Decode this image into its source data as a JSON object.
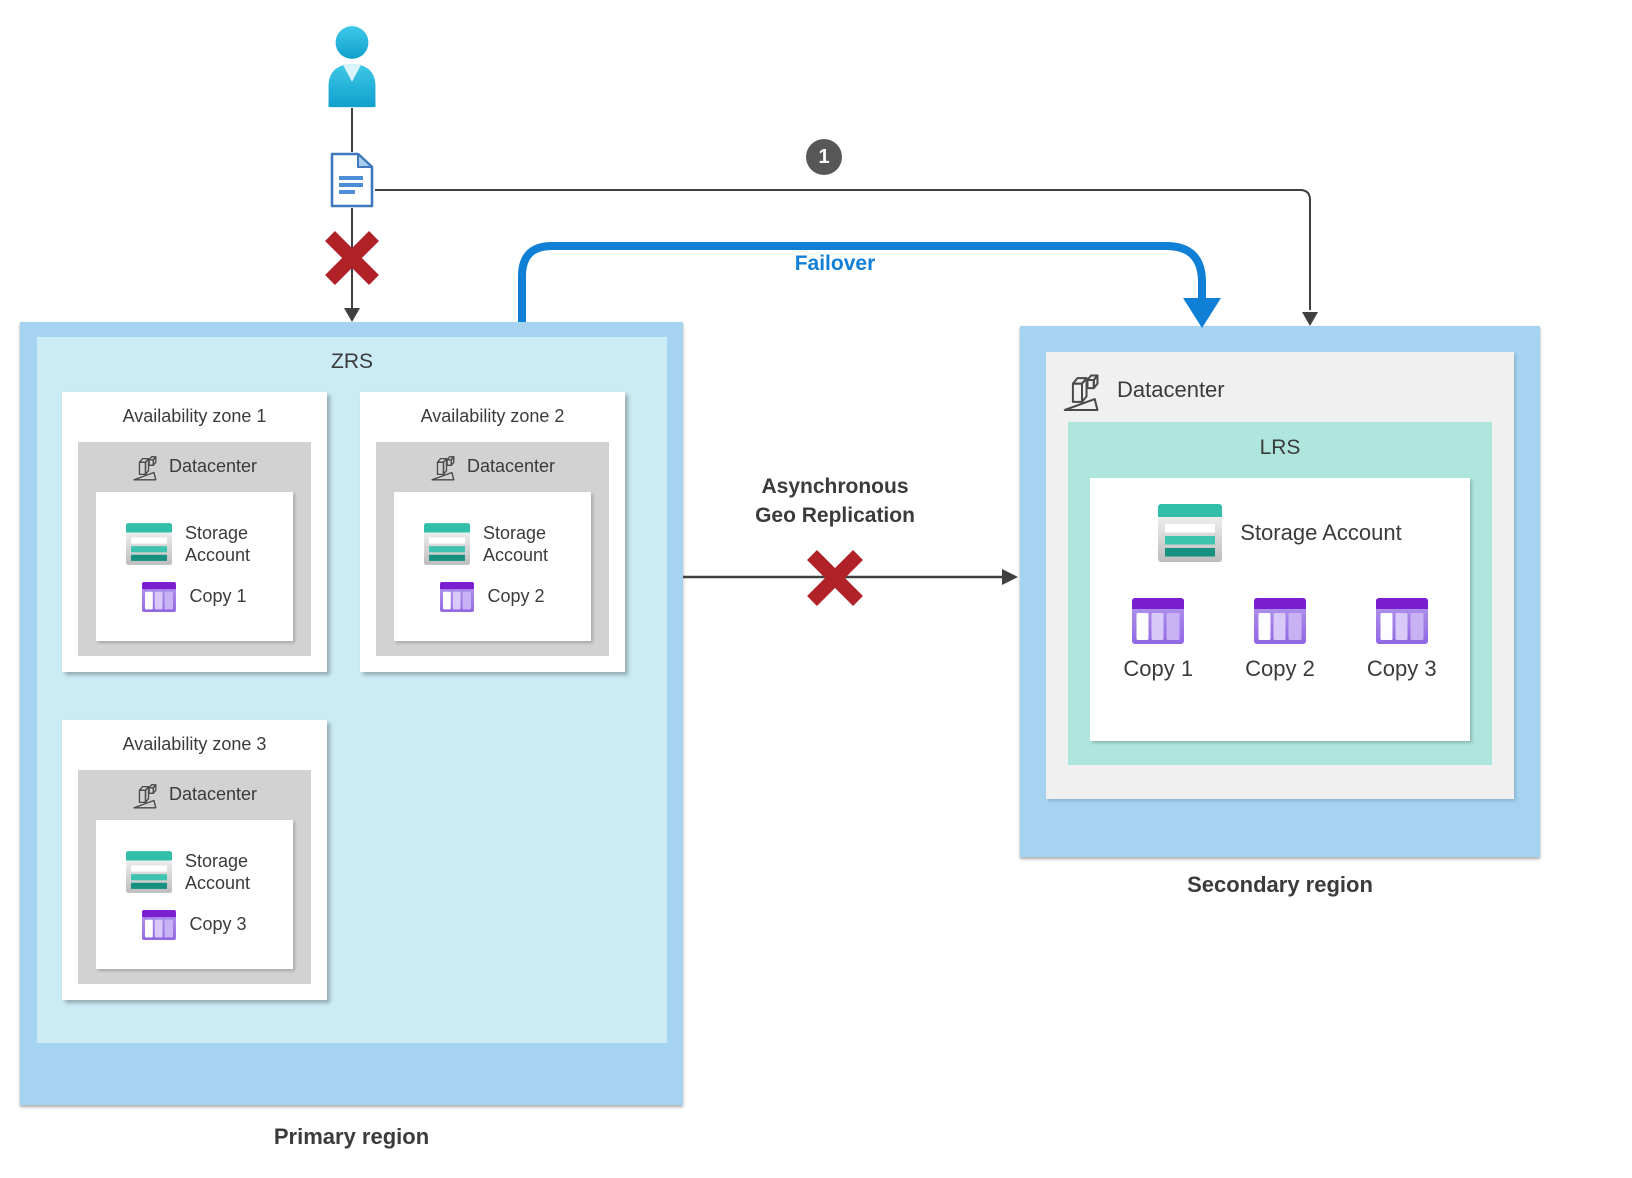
{
  "colors": {
    "region_fill": "#A5D3F0",
    "zrs_fill": "#CBEBF5",
    "lrs_fill": "#AEE5DC",
    "zone_dc_fill": "#D2D2D2",
    "sec_dc_fill": "#F0F0F0",
    "connector": "#404040",
    "failover_blue": "#1080D7",
    "error_red": "#B02128",
    "text_dark": "#3B3B3B"
  },
  "connectors": {
    "step_badge": "1",
    "failover_label": "Failover",
    "replication_label_line1": "Asynchronous",
    "replication_label_line2": "Geo Replication"
  },
  "icons": {
    "user": "person-icon",
    "document": "document-icon",
    "datacenter": "datacenter-icon",
    "storage": "storage-account-icon",
    "copy": "table-copy-icon",
    "failure": "error-x-icon"
  },
  "primary": {
    "region_label": "Primary region",
    "zrs_label": "ZRS",
    "zones": [
      {
        "title": "Availability zone 1",
        "datacenter_label": "Datacenter",
        "storage_label": "Storage Account",
        "copy_label": "Copy 1"
      },
      {
        "title": "Availability zone 2",
        "datacenter_label": "Datacenter",
        "storage_label": "Storage Account",
        "copy_label": "Copy 2"
      },
      {
        "title": "Availability zone 3",
        "datacenter_label": "Datacenter",
        "storage_label": "Storage Account",
        "copy_label": "Copy 3"
      }
    ]
  },
  "secondary": {
    "region_label": "Secondary region",
    "datacenter_label": "Datacenter",
    "lrs_label": "LRS",
    "storage_label": "Storage Account",
    "copies": [
      "Copy 1",
      "Copy 2",
      "Copy 3"
    ]
  }
}
